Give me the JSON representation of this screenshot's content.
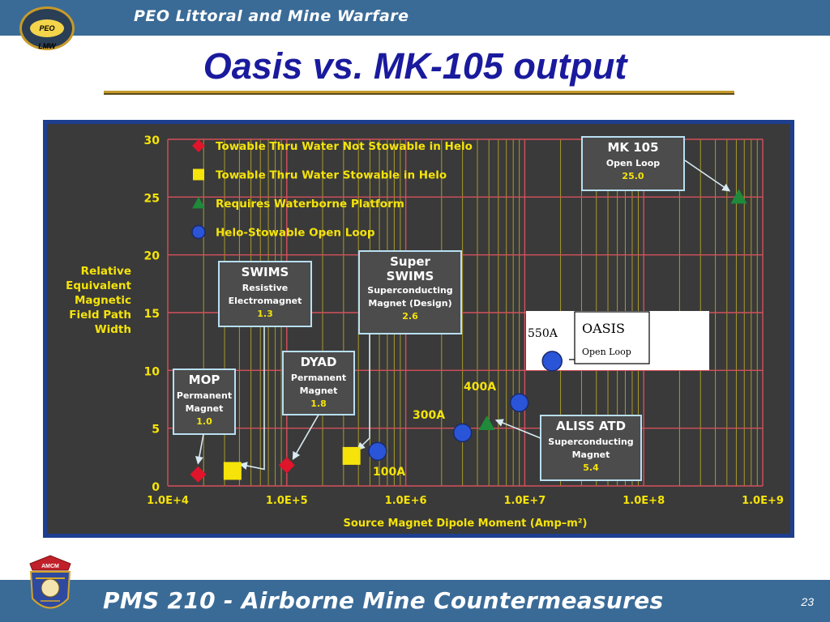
{
  "header": {
    "org": "PEO Littoral and Mine Warfare",
    "logo_text": "PEO LMW"
  },
  "title": "Oasis vs. MK-105 output",
  "footer": {
    "program": "PMS 210 - Airborne Mine Countermeasures",
    "page_number": "23",
    "badge_text": "AMCM"
  },
  "colors": {
    "bar": "#3a6b97",
    "title": "#1a1a9e",
    "red_diamond": "#e0142a",
    "yellow_square": "#f5e30a",
    "green_triangle": "#1e8a3a",
    "blue_circle": "#2a55d8"
  },
  "chart_data": {
    "type": "scatter",
    "ylabel": [
      "Relative",
      "Equivalent",
      "Magnetic",
      "Field Path",
      "Width"
    ],
    "xlabel": "Source Magnet Dipole Moment (Amp–m²)",
    "x_scale": "log",
    "xlim": [
      10000,
      1000000000
    ],
    "ylim": [
      0,
      30
    ],
    "x_ticks": [
      "1.0E+4",
      "1.0E+5",
      "1.0E+6",
      "1.0E+7",
      "1.0E+8",
      "1.0E+9"
    ],
    "y_ticks": [
      "0",
      "5",
      "10",
      "15",
      "20",
      "25",
      "30"
    ],
    "legend": [
      {
        "marker": "diamond",
        "color": "red",
        "label": "Towable Thru Water Not Stowable in Helo"
      },
      {
        "marker": "square",
        "color": "yellow",
        "label": "Towable Thru Water Stowable in Helo"
      },
      {
        "marker": "triangle",
        "color": "green",
        "label": "Requires Waterborne Platform"
      },
      {
        "marker": "circle",
        "color": "blue",
        "label": "Helo-Stowable Open Loop"
      }
    ],
    "points": [
      {
        "name": "MOP",
        "marker": "diamond",
        "color": "red",
        "x": 18000,
        "y": 1.0
      },
      {
        "name": "SWIMS",
        "marker": "square",
        "color": "yellow",
        "x": 35000,
        "y": 1.3
      },
      {
        "name": "DYAD",
        "marker": "diamond",
        "color": "red",
        "x": 100000,
        "y": 1.8
      },
      {
        "name": "Super SWIMS",
        "marker": "square",
        "color": "yellow",
        "x": 350000,
        "y": 2.6
      },
      {
        "name": "100A",
        "marker": "circle",
        "color": "blue",
        "x": 580000,
        "y": 3.0
      },
      {
        "name": "300A",
        "marker": "circle",
        "color": "blue",
        "x": 3000000,
        "y": 4.6
      },
      {
        "name": "ALISS ATD",
        "marker": "triangle",
        "color": "green",
        "x": 4800000,
        "y": 5.4
      },
      {
        "name": "400A",
        "marker": "circle",
        "color": "blue",
        "x": 9000000,
        "y": 7.2
      },
      {
        "name": "OASIS 550A",
        "marker": "circle",
        "color": "blue",
        "x": 17000000,
        "y": 10.8
      },
      {
        "name": "MK 105",
        "marker": "triangle",
        "color": "green",
        "x": 630000000,
        "y": 25.0
      }
    ],
    "callouts": [
      {
        "id": "mk105",
        "lines": [
          "MK 105",
          "Open Loop",
          "25.0"
        ]
      },
      {
        "id": "swims",
        "lines": [
          "SWIMS",
          "Resistive",
          "Electromagnet",
          "1.3"
        ]
      },
      {
        "id": "superswims",
        "lines": [
          "Super",
          "SWIMS",
          "Superconducting",
          "Magnet (Design)",
          "2.6"
        ]
      },
      {
        "id": "dyad",
        "lines": [
          "DYAD",
          "Permanent",
          "Magnet",
          "1.8"
        ]
      },
      {
        "id": "mop",
        "lines": [
          "MOP",
          "Permanent",
          "Magnet",
          "1.0"
        ]
      },
      {
        "id": "aliss",
        "lines": [
          "ALISS ATD",
          "Superconducting",
          "Magnet",
          "5.4"
        ]
      }
    ],
    "point_labels": {
      "a100": "100A",
      "a300": "300A",
      "a400": "400A",
      "a550": "550A"
    },
    "oasis_box": {
      "title": "OASIS",
      "subtitle": "Open Loop"
    }
  }
}
